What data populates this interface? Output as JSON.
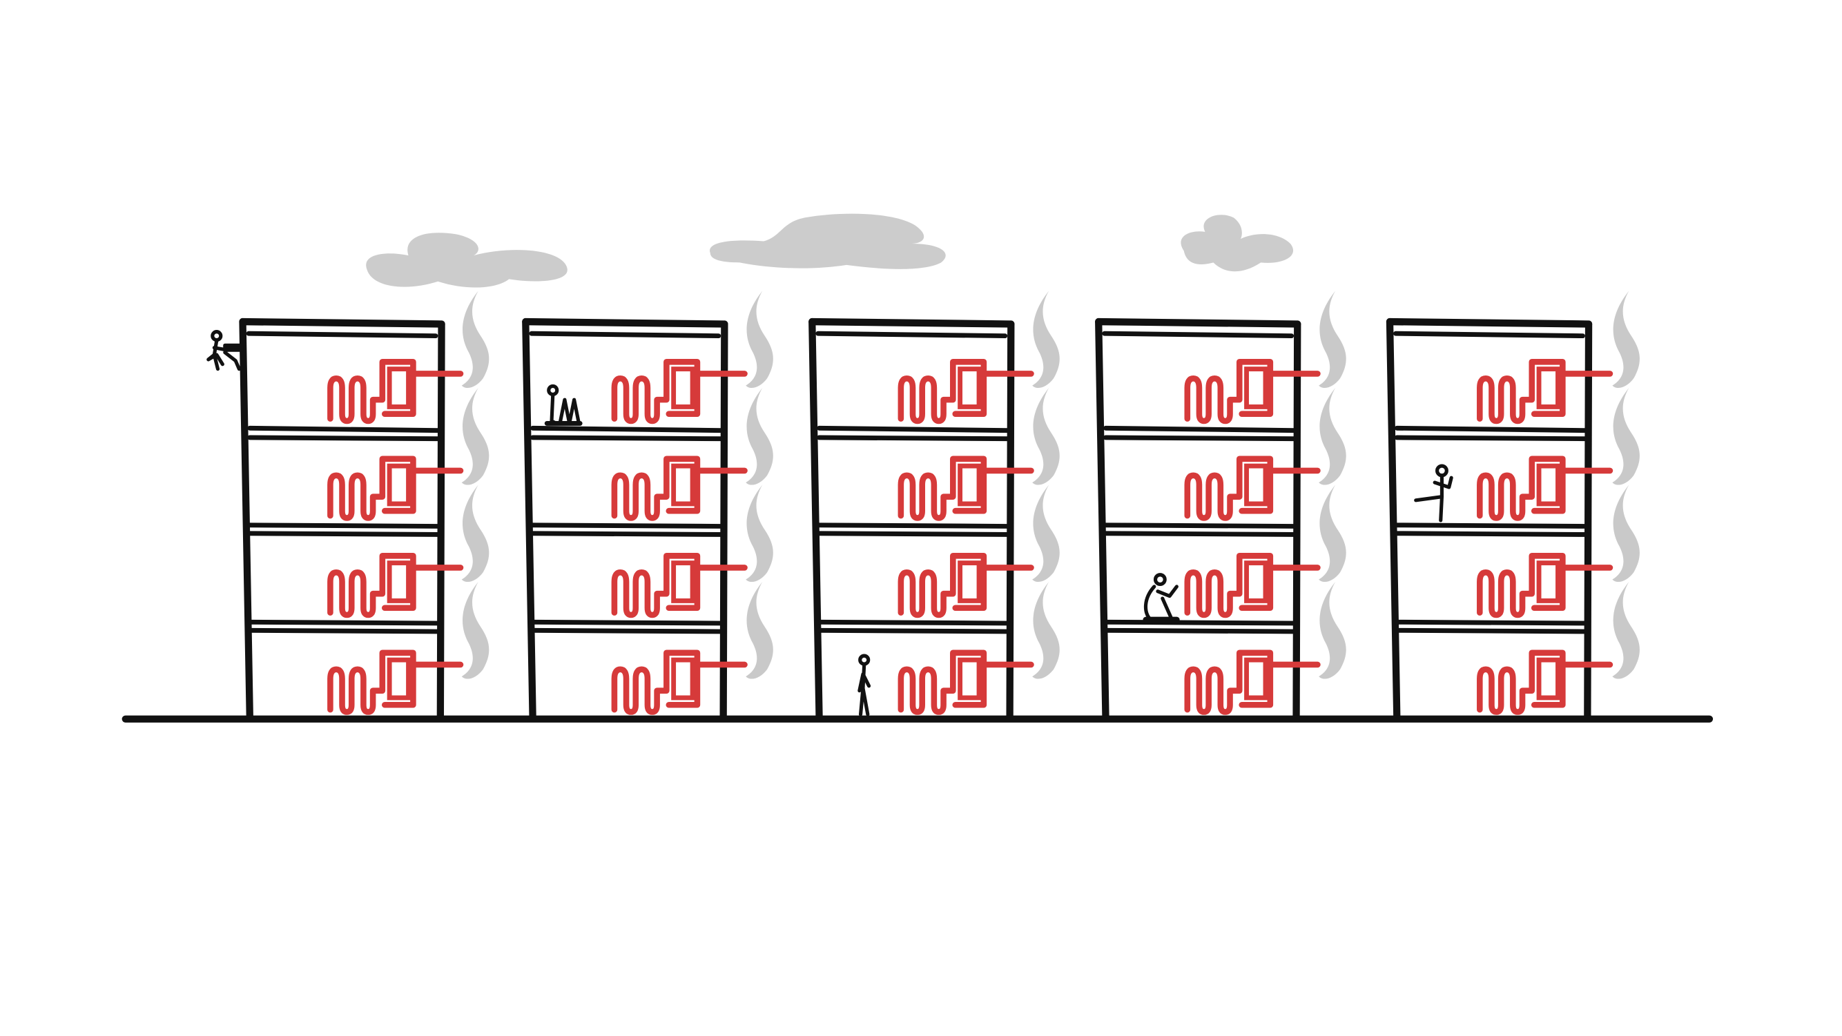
{
  "illustration": {
    "building_count": 5,
    "floors_per_building": 4,
    "colors": {
      "background": "#ffffff",
      "outline": "#111111",
      "heating_unit": "#d63a3a",
      "smoke": "#c9c9c9",
      "cloud": "#cccccc"
    },
    "icons": [
      "building-icon",
      "radiator-icon",
      "boiler-icon",
      "heat-pipe-icon",
      "smoke-icon",
      "cloud-icon",
      "person-icon"
    ],
    "people": [
      {
        "building": 1,
        "floor": 1,
        "pose": "crouching-at-roof-edge"
      },
      {
        "building": 2,
        "floor": 1,
        "pose": "sitting"
      },
      {
        "building": 3,
        "floor": 4,
        "pose": "standing"
      },
      {
        "building": 4,
        "floor": 3,
        "pose": "sitting-hugging-knees"
      },
      {
        "building": 5,
        "floor": 2,
        "pose": "balancing-on-one-leg"
      }
    ],
    "clouds": 3
  }
}
